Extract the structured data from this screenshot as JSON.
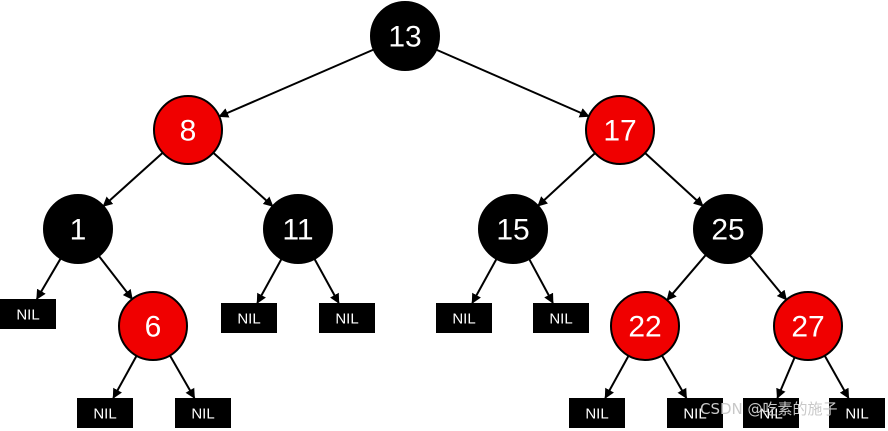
{
  "diagram": {
    "colors": {
      "red": "#f00000",
      "black": "#000000",
      "edge": "#000000",
      "nil_fill": "#000000",
      "red_text": "#ffffff",
      "black_text": "#ffffff"
    },
    "nodes": [
      {
        "id": "n13",
        "label": "13",
        "color": "black"
      },
      {
        "id": "n8",
        "label": "8",
        "color": "red"
      },
      {
        "id": "n17",
        "label": "17",
        "color": "red"
      },
      {
        "id": "n1",
        "label": "1",
        "color": "black"
      },
      {
        "id": "n11",
        "label": "11",
        "color": "black"
      },
      {
        "id": "n15",
        "label": "15",
        "color": "black"
      },
      {
        "id": "n25",
        "label": "25",
        "color": "black"
      },
      {
        "id": "n6",
        "label": "6",
        "color": "red"
      },
      {
        "id": "n22",
        "label": "22",
        "color": "red"
      },
      {
        "id": "n27",
        "label": "27",
        "color": "red"
      }
    ],
    "nils": [
      {
        "id": "nil1",
        "label": "NIL"
      },
      {
        "id": "nil2",
        "label": "NIL"
      },
      {
        "id": "nil3",
        "label": "NIL"
      },
      {
        "id": "nil4",
        "label": "NIL"
      },
      {
        "id": "nil5",
        "label": "NIL"
      },
      {
        "id": "nil6",
        "label": "NIL"
      },
      {
        "id": "nil7",
        "label": "NIL"
      },
      {
        "id": "nil8",
        "label": "NIL"
      },
      {
        "id": "nil9",
        "label": "NIL"
      },
      {
        "id": "nil10",
        "label": "NIL"
      },
      {
        "id": "nil11",
        "label": "NIL"
      }
    ],
    "edges": [
      [
        "n13",
        "n8"
      ],
      [
        "n13",
        "n17"
      ],
      [
        "n8",
        "n1"
      ],
      [
        "n8",
        "n11"
      ],
      [
        "n17",
        "n15"
      ],
      [
        "n17",
        "n25"
      ],
      [
        "n1",
        "nil1"
      ],
      [
        "n1",
        "n6"
      ],
      [
        "n11",
        "nil2"
      ],
      [
        "n11",
        "nil3"
      ],
      [
        "n15",
        "nil4"
      ],
      [
        "n15",
        "nil5"
      ],
      [
        "n25",
        "n22"
      ],
      [
        "n25",
        "n27"
      ],
      [
        "n6",
        "nil6"
      ],
      [
        "n6",
        "nil7"
      ],
      [
        "n22",
        "nil8"
      ],
      [
        "n22",
        "nil9"
      ],
      [
        "n27",
        "nil10"
      ],
      [
        "n27",
        "nil11"
      ]
    ]
  },
  "watermark": "CSDN @吃素的施子"
}
